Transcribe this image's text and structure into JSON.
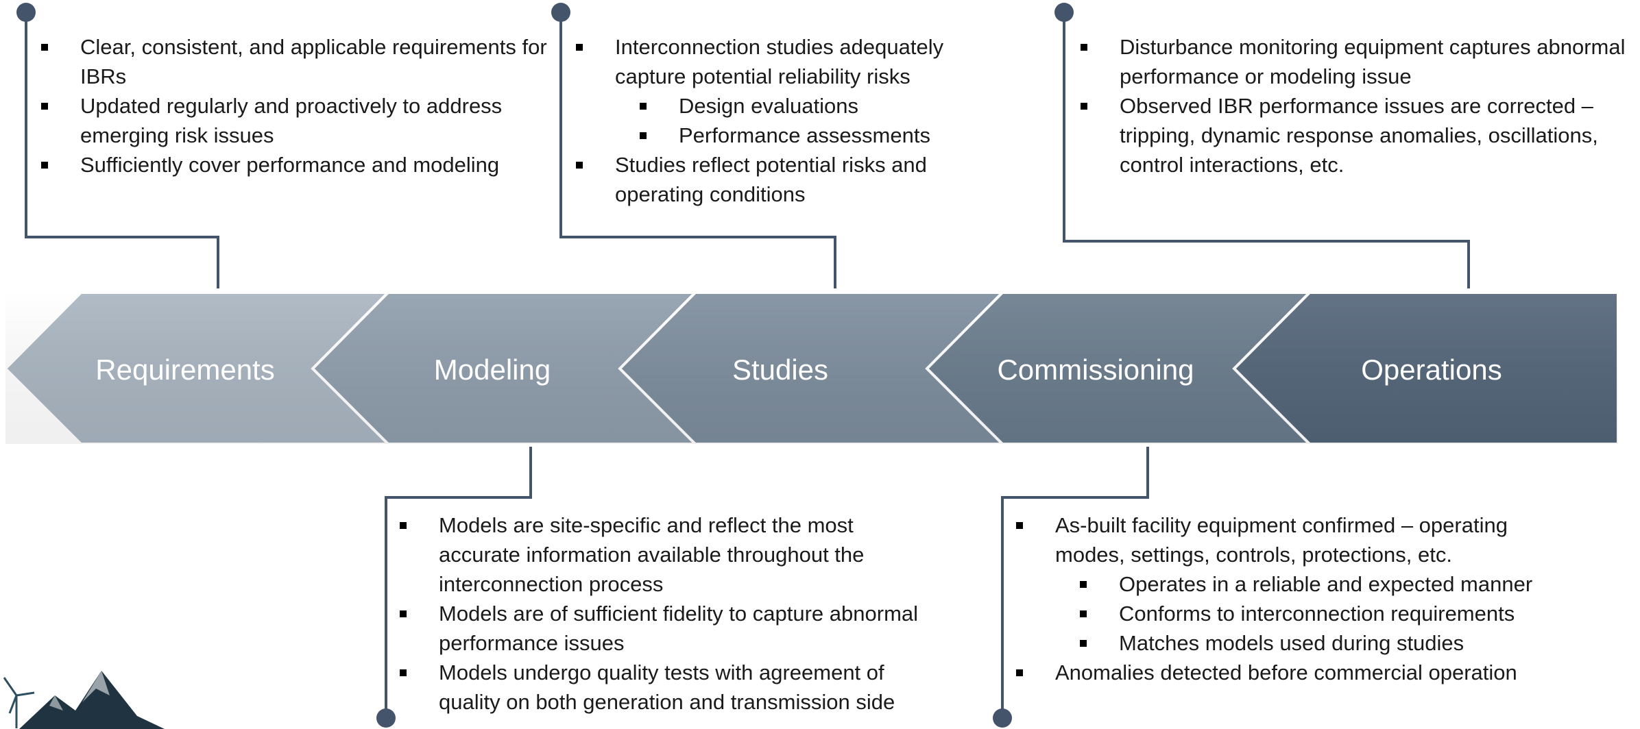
{
  "colors": {
    "connector": "#44546a",
    "requirements": "#a8b4c0",
    "modeling": "#8e9cab",
    "studies": "#7c8c9c",
    "commissioning": "#687a8b",
    "operations": "#526478"
  },
  "stages": [
    {
      "key": "requirements",
      "label": "Requirements"
    },
    {
      "key": "modeling",
      "label": "Modeling"
    },
    {
      "key": "studies",
      "label": "Studies"
    },
    {
      "key": "commissioning",
      "label": "Commissioning"
    },
    {
      "key": "operations",
      "label": "Operations"
    }
  ],
  "callouts": {
    "requirements": [
      {
        "text": "Clear, consistent, and applicable requirements for IBRs",
        "level": 1
      },
      {
        "text": "Updated regularly and proactively to address emerging risk issues",
        "level": 1
      },
      {
        "text": "Sufficiently cover performance and modeling",
        "level": 1
      }
    ],
    "studies": [
      {
        "text": "Interconnection studies adequately capture potential reliability risks",
        "level": 1
      },
      {
        "text": "Design evaluations",
        "level": 2
      },
      {
        "text": "Performance assessments",
        "level": 2
      },
      {
        "text": "Studies reflect potential risks and operating conditions",
        "level": 1
      }
    ],
    "operations": [
      {
        "text": "Disturbance monitoring equipment captures abnormal performance or modeling issue",
        "level": 1
      },
      {
        "text": "Observed IBR performance issues are corrected – tripping, dynamic response anomalies, oscillations, control interactions, etc.",
        "level": 1
      }
    ],
    "modeling": [
      {
        "text": "Models are site-specific and reflect the most accurate information available throughout the interconnection process",
        "level": 1
      },
      {
        "text": "Models are of sufficient fidelity to capture abnormal performance issues",
        "level": 1
      },
      {
        "text": "Models undergo quality tests with agreement of quality on both generation and transmission side",
        "level": 1
      }
    ],
    "commissioning": [
      {
        "text": "As-built facility equipment confirmed – operating modes, settings, controls, protections, etc.",
        "level": 1
      },
      {
        "text": "Operates in a reliable and expected manner",
        "level": 2
      },
      {
        "text": "Conforms to interconnection requirements",
        "level": 2
      },
      {
        "text": "Matches models used during studies",
        "level": 2
      },
      {
        "text": "Anomalies detected before commercial operation",
        "level": 1
      }
    ]
  },
  "logo": {
    "icon": "mountain-wind-turbine-icon"
  }
}
